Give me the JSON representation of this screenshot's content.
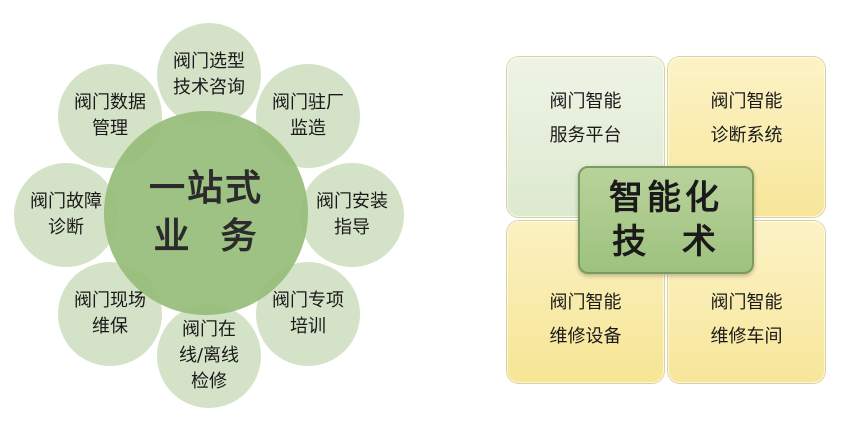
{
  "one_stop": {
    "center": {
      "line1": "一站式",
      "line2": "业  务"
    },
    "satellites": [
      "阀门选型技术咨询",
      "阀门驻厂监造",
      "阀门安装指导",
      "阀门专项培训",
      "阀门在线/离线检修",
      "阀门现场维保",
      "阀门故障诊断",
      "阀门数据管理"
    ],
    "colors": {
      "center": "#96bd79",
      "satellite": "#d4e2c8"
    }
  },
  "smart_tech": {
    "center": {
      "line1": "智能化",
      "line2": "技  术"
    },
    "tiles": {
      "top_left": {
        "line1": "阀门智能",
        "line2": "服务平台"
      },
      "top_right": {
        "line1": "阀门智能",
        "line2": "诊断系统"
      },
      "bottom_left": {
        "line1": "阀门智能",
        "line2": "维修设备"
      },
      "bottom_right": {
        "line1": "阀门智能",
        "line2": "维修车间"
      }
    },
    "colors": {
      "center": "#9ec27e",
      "green_tile": "#dde9cf",
      "yellow_tile": "#f7e69a"
    }
  }
}
